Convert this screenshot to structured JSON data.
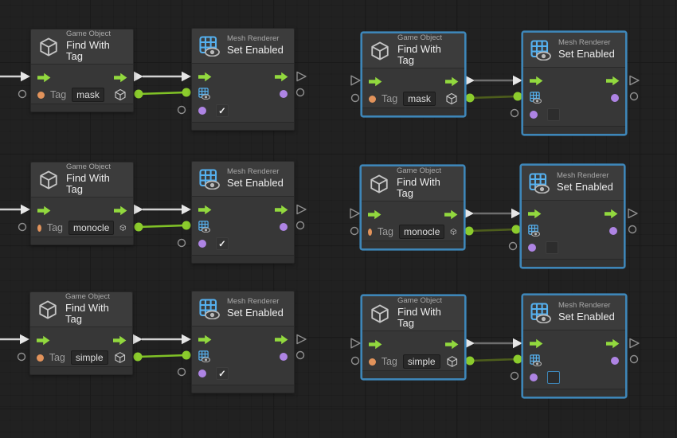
{
  "canvas": {
    "kind": "visual-scripting-graph"
  },
  "glyphs": {
    "check": "✓"
  },
  "colors": {
    "canvas_bg": "#212121",
    "node_bg": "#373737",
    "node_header_bg": "#3C3C3C",
    "selection_blue": "#3E86B8",
    "exec_green": "#92D93E",
    "value_green": "#8CCC2D",
    "tag_port_orange": "#E2935B",
    "bool_port_purple": "#AE84E4",
    "mesh_renderer_blue": "#55B1F0",
    "wire_white": "#D2D2D2",
    "wire_dim_gray": "#6E6E6E",
    "wire_dim_green": "#4D5D1C"
  },
  "nodes": [
    {
      "kind": "find-with-tag",
      "subtitle": "Game Object",
      "title": "Find With Tag",
      "tag_label": "Tag",
      "tag_value": "mask",
      "selected": false
    },
    {
      "kind": "set-enabled",
      "subtitle": "Mesh Renderer",
      "title": "Set Enabled",
      "enabled": true,
      "checkbox_focused": false,
      "selected": false
    },
    {
      "kind": "find-with-tag",
      "subtitle": "Game Object",
      "title": "Find With Tag",
      "tag_label": "Tag",
      "tag_value": "mask",
      "selected": true
    },
    {
      "kind": "set-enabled",
      "subtitle": "Mesh Renderer",
      "title": "Set Enabled",
      "enabled": false,
      "checkbox_focused": false,
      "selected": true
    },
    {
      "kind": "find-with-tag",
      "subtitle": "Game Object",
      "title": "Find With Tag",
      "tag_label": "Tag",
      "tag_value": "monocle",
      "selected": false
    },
    {
      "kind": "set-enabled",
      "subtitle": "Mesh Renderer",
      "title": "Set Enabled",
      "enabled": true,
      "checkbox_focused": false,
      "selected": false
    },
    {
      "kind": "find-with-tag",
      "subtitle": "Game Object",
      "title": "Find With Tag",
      "tag_label": "Tag",
      "tag_value": "monocle",
      "selected": true
    },
    {
      "kind": "set-enabled",
      "subtitle": "Mesh Renderer",
      "title": "Set Enabled",
      "enabled": false,
      "checkbox_focused": false,
      "selected": true
    },
    {
      "kind": "find-with-tag",
      "subtitle": "Game Object",
      "title": "Find With Tag",
      "tag_label": "Tag",
      "tag_value": "simple",
      "selected": false
    },
    {
      "kind": "set-enabled",
      "subtitle": "Mesh Renderer",
      "title": "Set Enabled",
      "enabled": true,
      "checkbox_focused": false,
      "selected": false
    },
    {
      "kind": "find-with-tag",
      "subtitle": "Game Object",
      "title": "Find With Tag",
      "tag_label": "Tag",
      "tag_value": "simple",
      "selected": true
    },
    {
      "kind": "set-enabled",
      "subtitle": "Mesh Renderer",
      "title": "Set Enabled",
      "enabled": false,
      "checkbox_focused": true,
      "selected": true
    }
  ],
  "connections": [
    {
      "type": "flow",
      "from": "canvas-edge",
      "to": "row1-left-find-with-tag",
      "dimmed": false
    },
    {
      "type": "flow",
      "from": "row1-left-find-with-tag",
      "to": "row1-left-set-enabled",
      "dimmed": false
    },
    {
      "type": "value",
      "from": "row1-left-find-with-tag.game-object",
      "to": "row1-left-set-enabled.renderer",
      "dimmed": false
    },
    {
      "type": "flow",
      "from": "row1-right-find-with-tag",
      "to": "row1-right-set-enabled",
      "dimmed": true
    },
    {
      "type": "value",
      "from": "row1-right-find-with-tag.game-object",
      "to": "row1-right-set-enabled.renderer",
      "dimmed": true
    },
    {
      "type": "flow",
      "from": "canvas-edge",
      "to": "row2-left-find-with-tag",
      "dimmed": false
    },
    {
      "type": "flow",
      "from": "row2-left-find-with-tag",
      "to": "row2-left-set-enabled",
      "dimmed": false
    },
    {
      "type": "value",
      "from": "row2-left-find-with-tag.game-object",
      "to": "row2-left-set-enabled.renderer",
      "dimmed": false
    },
    {
      "type": "flow",
      "from": "row2-right-find-with-tag",
      "to": "row2-right-set-enabled",
      "dimmed": true
    },
    {
      "type": "value",
      "from": "row2-right-find-with-tag.game-object",
      "to": "row2-right-set-enabled.renderer",
      "dimmed": true
    },
    {
      "type": "flow",
      "from": "canvas-edge",
      "to": "row3-left-find-with-tag",
      "dimmed": false
    },
    {
      "type": "flow",
      "from": "row3-left-find-with-tag",
      "to": "row3-left-set-enabled",
      "dimmed": false
    },
    {
      "type": "value",
      "from": "row3-left-find-with-tag.game-object",
      "to": "row3-left-set-enabled.renderer",
      "dimmed": false
    },
    {
      "type": "flow",
      "from": "row3-right-find-with-tag",
      "to": "row3-right-set-enabled",
      "dimmed": true
    },
    {
      "type": "value",
      "from": "row3-right-find-with-tag.game-object",
      "to": "row3-right-set-enabled.renderer",
      "dimmed": true
    }
  ]
}
